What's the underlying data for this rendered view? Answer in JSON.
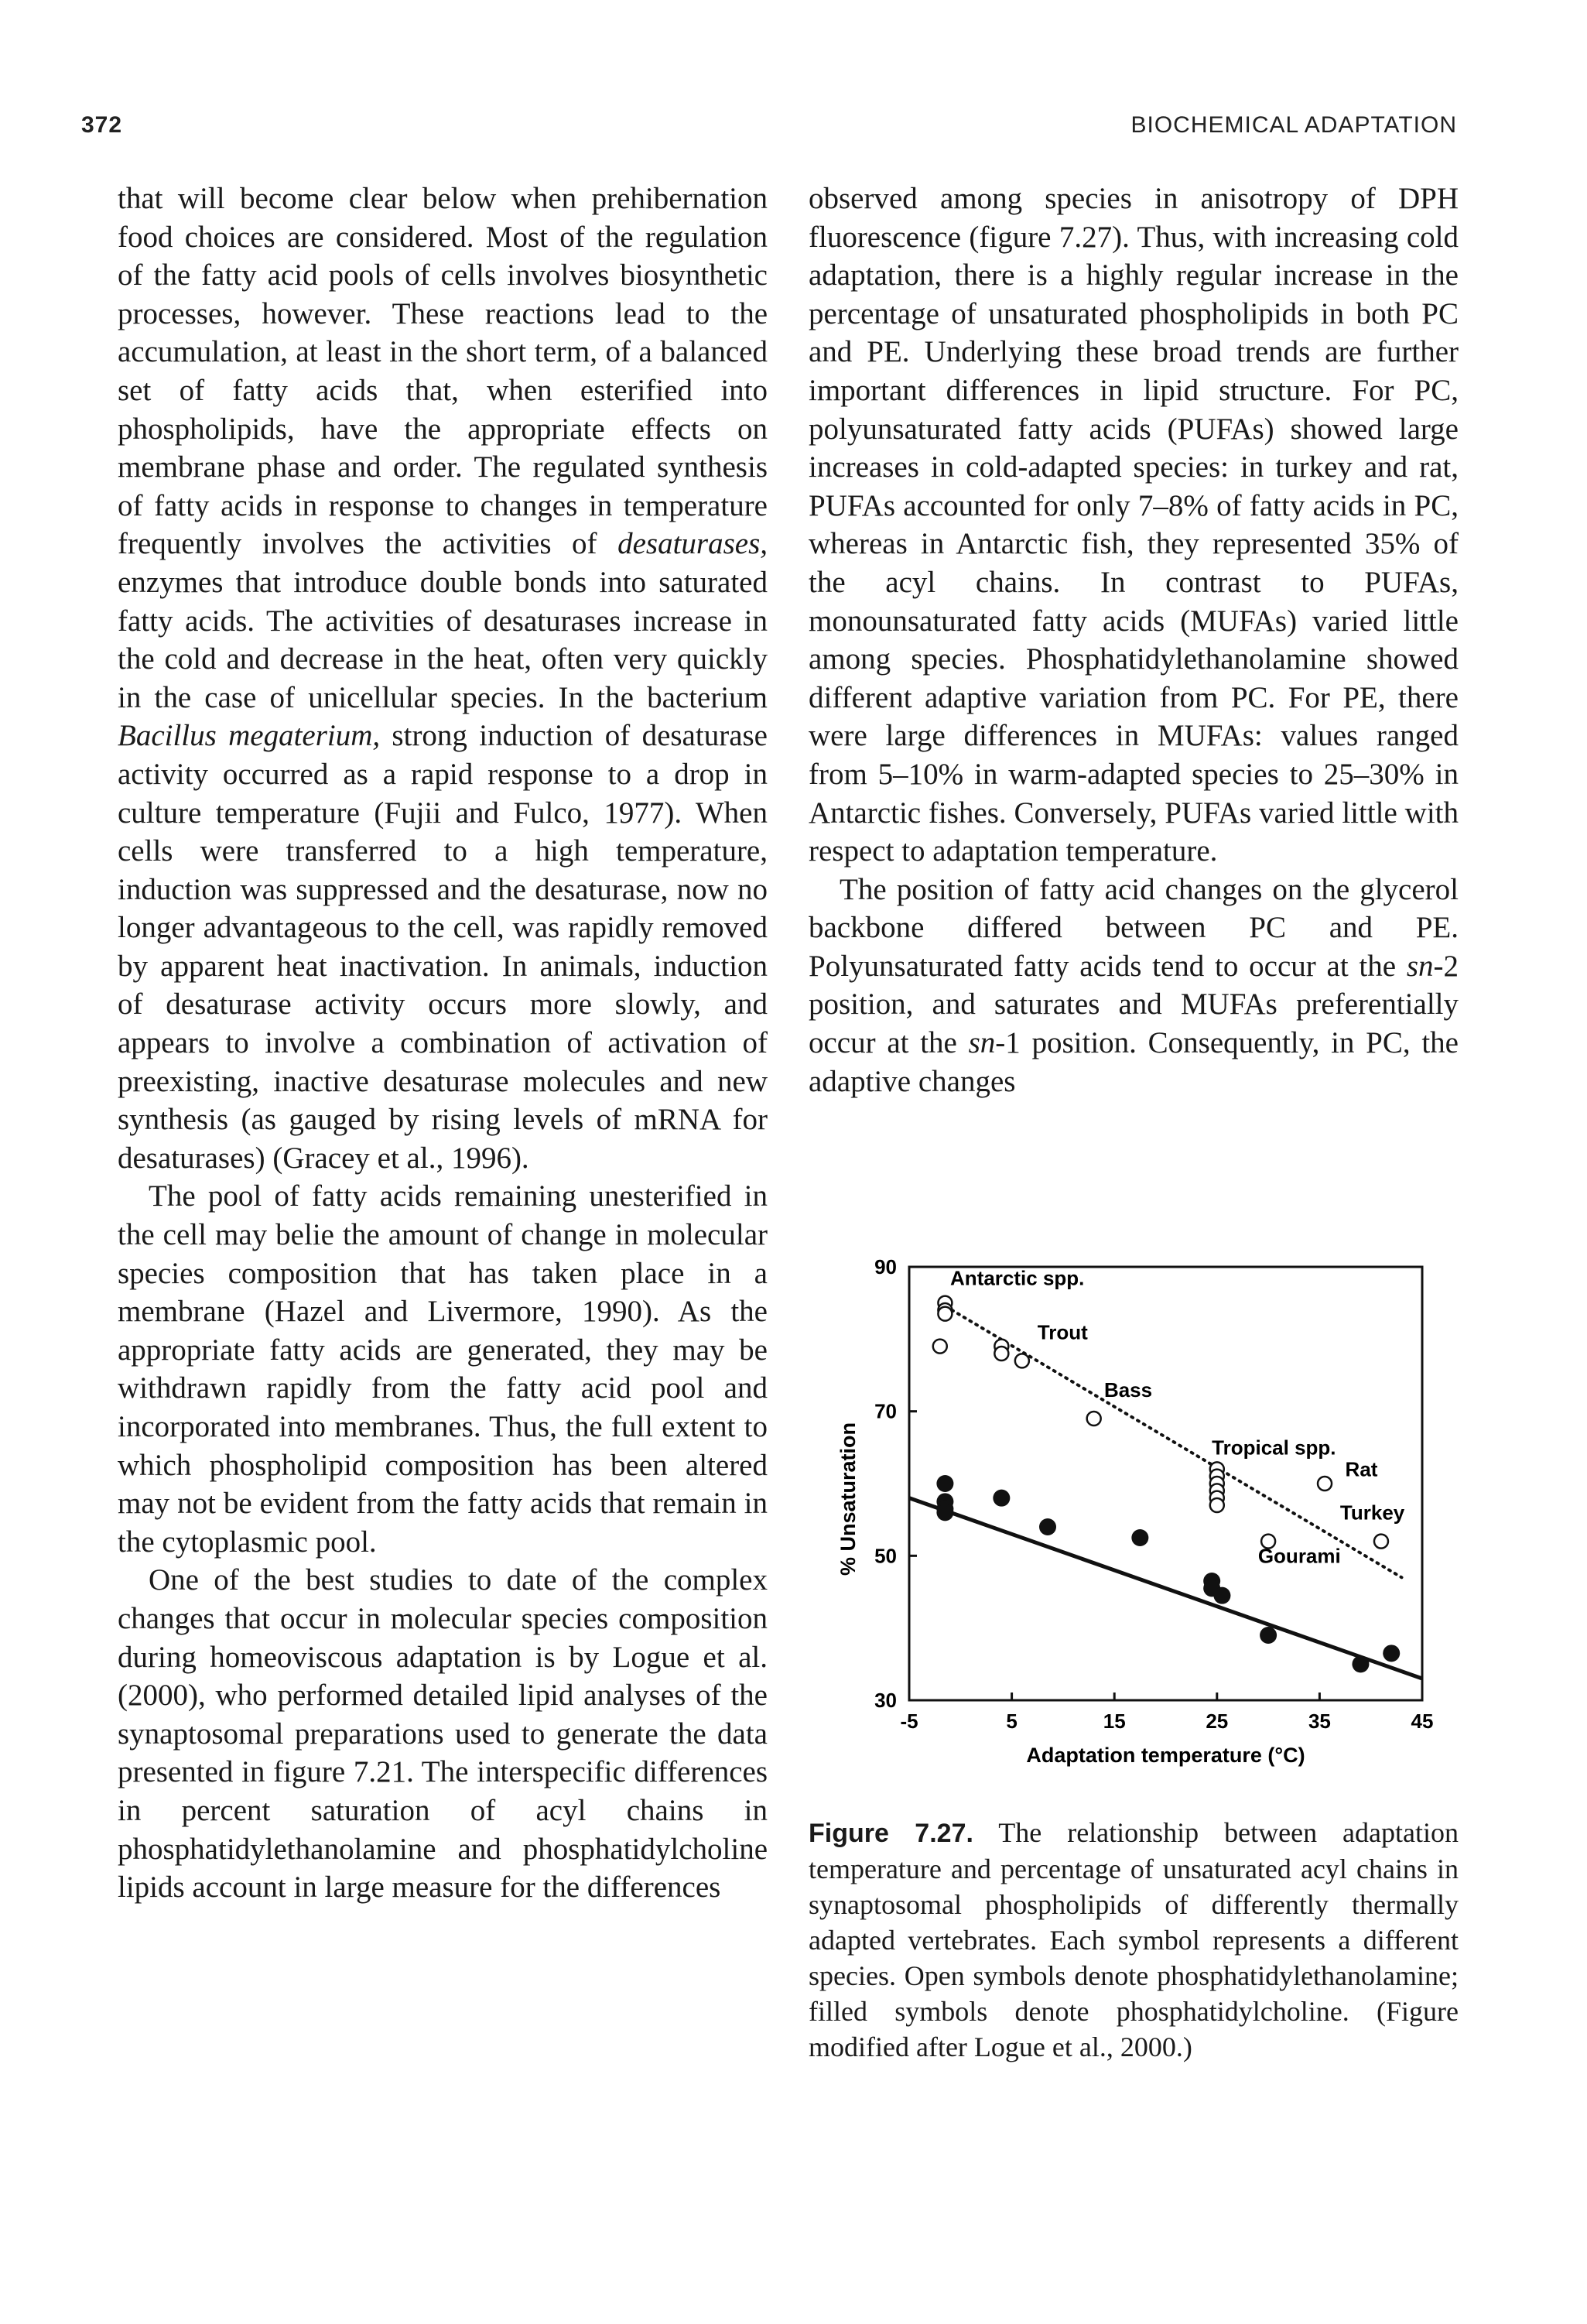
{
  "header": {
    "page_number": "372",
    "running_title": "BIOCHEMICAL ADAPTATION"
  },
  "left_column": {
    "p1": "that will become clear below when prehibernation food choices are considered. Most of the regulation of the fatty acid pools of cells involves biosynthetic processes, however. These reactions lead to the accumulation, at least in the short term, of a balanced set of fatty acids that, when esterified into phospholipids, have the appropriate effects on membrane phase and order. The regulated synthesis of fatty acids in response to changes in temperature frequently involves the activities of ",
    "p1_italic1": "desaturases,",
    "p1_b": " enzymes that introduce double bonds into saturated fatty acids. The activities of desaturases increase in the cold and decrease in the heat, often very quickly in the case of unicellular species. In the bacterium ",
    "p1_italic2": "Bacillus megaterium,",
    "p1_c": " strong induction of desaturase activity occurred as a rapid response to a drop in culture temperature (Fujii and Fulco, 1977). When cells were transferred to a high temperature, induction was suppressed and the desaturase, now no longer advantageous to the cell, was rapidly removed by apparent heat inactivation. In animals, induction of desaturase activity occurs more slowly, and appears to involve a combination of activation of preexisting, inactive desaturase molecules and new synthesis (as gauged by rising levels of mRNA for desaturases) (Gracey et al., 1996).",
    "p2": "The pool of fatty acids remaining unesterified in the cell may belie the amount of change in molecular species composition that has taken place in a membrane (Hazel and Livermore, 1990). As the appropriate fatty acids are generated, they may be withdrawn rapidly from the fatty acid pool and incorporated into membranes. Thus, the full extent to which phospholipid composition has been altered may not be evident from the fatty acids that remain in the cytoplasmic pool.",
    "p3": "One of the best studies to date of the complex changes that occur in molecular species composition during homeoviscous adaptation is by Logue et al. (2000), who performed detailed lipid analyses of the synaptosomal preparations used to generate the data presented in figure 7.21. The interspecific differences in percent saturation of acyl chains in phosphatidylethanolamine and phosphatidylcholine lipids account in large measure for the differences"
  },
  "right_column": {
    "p1": "observed among species in anisotropy of DPH fluorescence (figure 7.27). Thus, with increasing cold adaptation, there is a highly regular increase in the percentage of unsaturated phospholipids in both PC and PE. Underlying these broad trends are further important differences in lipid structure. For PC, polyunsaturated fatty acids (PUFAs) showed large increases in cold-adapted species: in turkey and rat, PUFAs accounted for only 7–8% of fatty acids in PC, whereas in Antarctic fish, they represented 35% of the acyl chains. In contrast to PUFAs, monounsaturated fatty acids (MUFAs) varied little among species. Phosphatidylethanolamine showed different adaptive variation from PC. For PE, there were large differences in MUFAs: values ranged from 5–10% in warm-adapted species to 25–30% in Antarctic fishes. Conversely, PUFAs varied little with respect to adaptation temperature.",
    "p2a": "The position of fatty acid changes on the glycerol backbone differed between PC and PE. Polyunsaturated fatty acids tend to occur at the ",
    "p2_sn2": "sn",
    "p2b": "-2 position, and saturates and MUFAs preferentially occur at the ",
    "p2_sn1": "sn",
    "p2c": "-1 position. Consequently, in PC, the adaptive changes"
  },
  "figure": {
    "caption_label": "Figure 7.27.",
    "caption_text": "The relationship between adaptation temperature and percentage of unsaturated acyl chains in synaptosomal phospholipids of differently thermally adapted vertebrates. Each symbol represents a different species. Open symbols denote phosphatidylethanolamine; filled symbols denote phosphatidylcholine. (Figure modified after Logue et al., 2000.)"
  },
  "chart_data": {
    "type": "scatter",
    "title": "",
    "xlabel": "Adaptation temperature (°C)",
    "ylabel": "% Unsaturation",
    "xlim": [
      -5,
      45
    ],
    "ylim": [
      30,
      90
    ],
    "x_ticks": [
      "-5",
      "5",
      "15",
      "25",
      "35",
      "45"
    ],
    "y_ticks": [
      "30",
      "50",
      "70",
      "90"
    ],
    "annotations": [
      "Antarctic spp.",
      "Trout",
      "Bass",
      "Tropical spp.",
      "Rat",
      "Turkey",
      "Gourami"
    ],
    "series": [
      {
        "marker": "open",
        "points": [
          {
            "x": -1.5,
            "y": 85
          },
          {
            "x": -1.5,
            "y": 84
          },
          {
            "x": -1.5,
            "y": 83.5
          },
          {
            "x": -2,
            "y": 79
          },
          {
            "x": 4,
            "y": 79
          },
          {
            "x": 4,
            "y": 78
          },
          {
            "x": 6,
            "y": 77
          },
          {
            "x": 13,
            "y": 69
          },
          {
            "x": 25,
            "y": 62
          },
          {
            "x": 25,
            "y": 61
          },
          {
            "x": 25,
            "y": 60
          },
          {
            "x": 25,
            "y": 59
          },
          {
            "x": 25,
            "y": 58
          },
          {
            "x": 25,
            "y": 57
          },
          {
            "x": 35.5,
            "y": 60
          },
          {
            "x": 30,
            "y": 52
          },
          {
            "x": 41,
            "y": 52
          }
        ]
      },
      {
        "marker": "filled",
        "points": [
          {
            "x": -1.5,
            "y": 60
          },
          {
            "x": -1.5,
            "y": 57.5
          },
          {
            "x": -1.5,
            "y": 56.5
          },
          {
            "x": -1.5,
            "y": 56
          },
          {
            "x": 4,
            "y": 58
          },
          {
            "x": 8.5,
            "y": 54
          },
          {
            "x": 17.5,
            "y": 52.5
          },
          {
            "x": 24.5,
            "y": 46.5
          },
          {
            "x": 24.5,
            "y": 45.5
          },
          {
            "x": 25.5,
            "y": 44.5
          },
          {
            "x": 30,
            "y": 39
          },
          {
            "x": 39,
            "y": 35
          },
          {
            "x": 42,
            "y": 36.5
          }
        ]
      }
    ],
    "lines": [
      {
        "style": "solid",
        "from": {
          "x": -5,
          "y": 58
        },
        "to": {
          "x": 45,
          "y": 33
        }
      },
      {
        "style": "dotted",
        "from": {
          "x": -2,
          "y": 85
        },
        "to": {
          "x": 43,
          "y": 47
        }
      }
    ]
  }
}
